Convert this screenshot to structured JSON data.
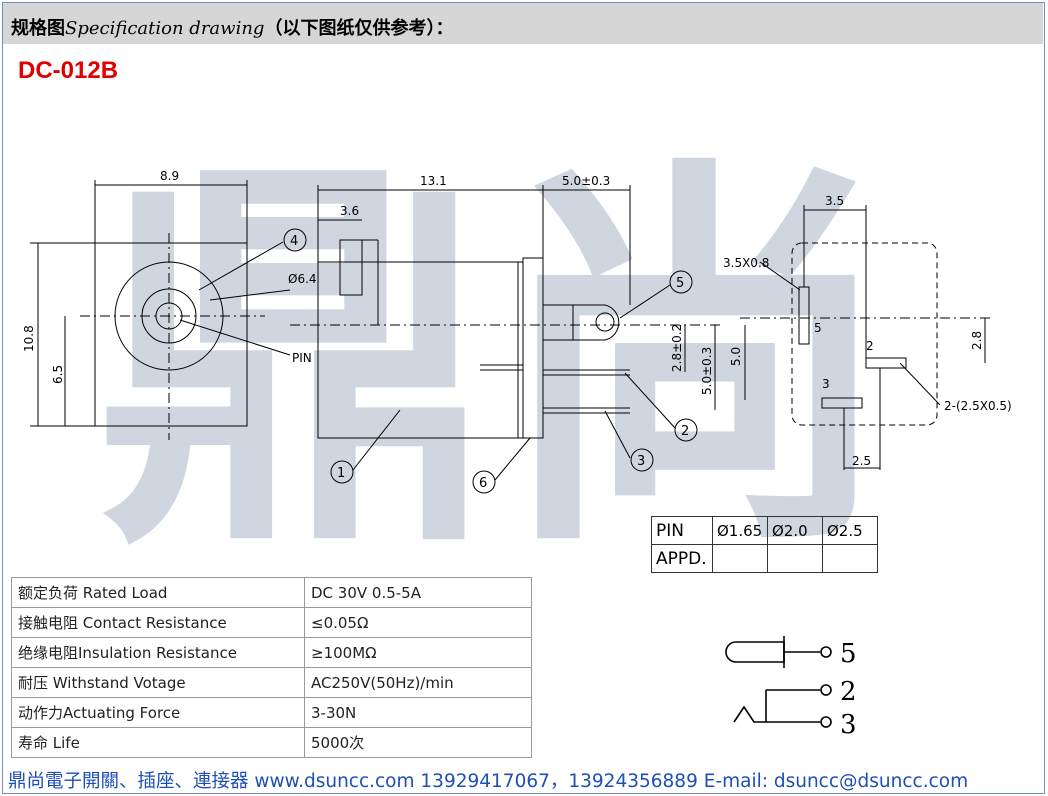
{
  "header": {
    "title_cn": "规格图",
    "title_en": "Specification drawing",
    "title_note": "（以下图纸仅供参考）："
  },
  "model": "DC-012B",
  "watermark": "鼎尚",
  "drawing": {
    "dims": {
      "front_width": "8.9",
      "body_length": "13.1",
      "pin_offset": "5.0±0.3",
      "front_height": "10.8",
      "center_height": "6.5",
      "hole_dia": "Ø6.4",
      "top_step": "3.6",
      "pin2_gap": "2.8±0.2",
      "pin3_gap": "5.0±0.3",
      "side_height": "5.0",
      "footprint_width": "3.5",
      "slot5": "3.5X0.8",
      "footprint_offset": "2.8",
      "slots23": "2-(2.5X0.5)",
      "pitch": "2.5"
    },
    "labels": {
      "pin": "PIN",
      "c1": "1",
      "c2": "2",
      "c3": "3",
      "c4": "4",
      "c5": "5",
      "c6": "6",
      "fp5": "5",
      "fp2": "2",
      "fp3": "3"
    }
  },
  "pin_table": {
    "header": [
      "PIN",
      "Ø1.65",
      "Ø2.0",
      "Ø2.5"
    ],
    "row2": [
      "APPD.",
      "",
      "",
      ""
    ]
  },
  "specs": [
    {
      "label": "额定负荷 Rated Load",
      "value": "DC 30V 0.5-5A"
    },
    {
      "label": "接触电阻 Contact Resistance",
      "value": "≤0.05Ω"
    },
    {
      "label": "绝缘电阻Insulation Resistance",
      "value": "≥100MΩ"
    },
    {
      "label": "耐压  Withstand Votage",
      "value": "AC250V(50Hz)/min"
    },
    {
      "label": "动作力Actuating  Force",
      "value": "3-30N"
    },
    {
      "label": "寿命   Life",
      "value": "5000次"
    }
  ],
  "schematic": {
    "t5": "5",
    "t2": "2",
    "t3": "3"
  },
  "footer": "鼎尚電子開關、插座、連接器   www.dsuncc.com   13929417067，13924356889  E-mail: dsuncc@dsuncc.com",
  "colors": {
    "model": "#e00000",
    "footer": "#1f4fb4",
    "header_bg": "#d6d6d6",
    "watermark": "#c7cfdb"
  }
}
